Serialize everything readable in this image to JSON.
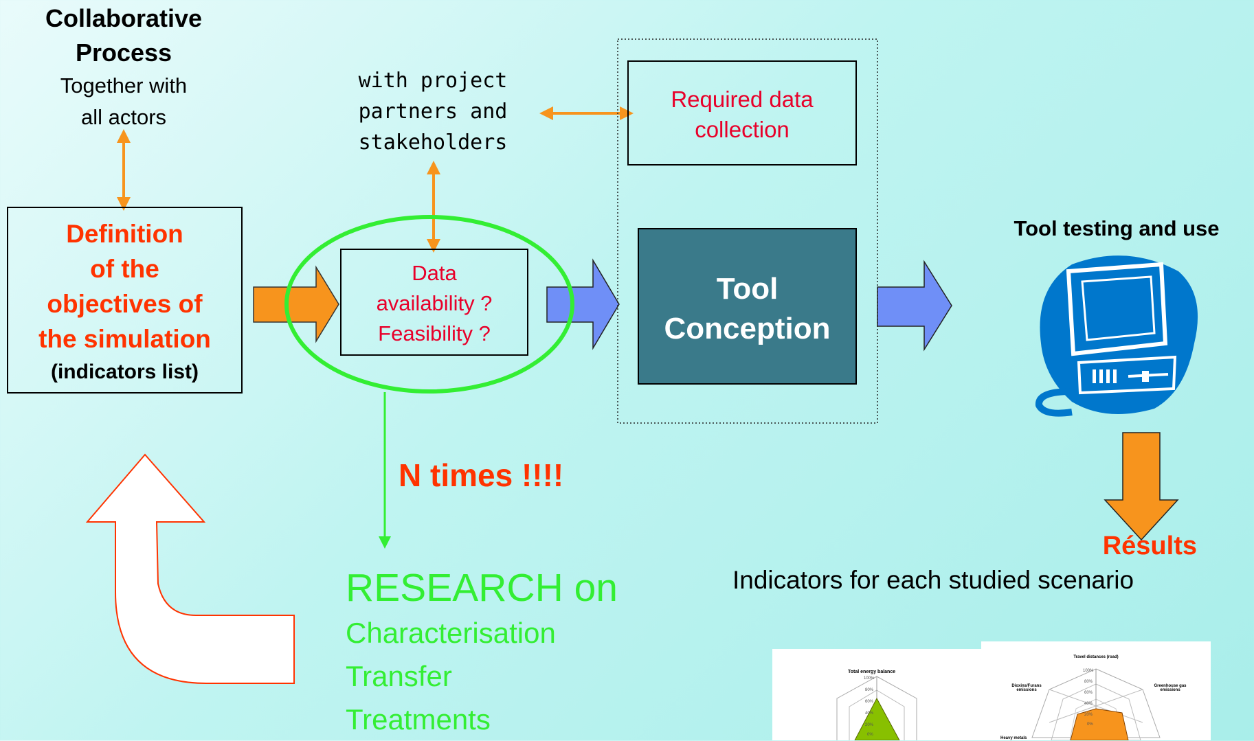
{
  "colors": {
    "orange": "#f7941d",
    "red_orange": "#ff3300",
    "red_text": "#e8002a",
    "blue_arrow": "#6f8ff7",
    "green": "#33ee33",
    "green_text": "#33ee33",
    "teal_box": "#3a7a8a",
    "monitor_blue": "#0077cc"
  },
  "collab": {
    "title_line1": "Collaborative",
    "title_line2": "Process",
    "sub_line1": "Together with",
    "sub_line2": "all actors"
  },
  "definition": {
    "line1": "Definition",
    "line2": "of the",
    "line3": "objectives of",
    "line4": "the simulation",
    "line5": "(indicators list)"
  },
  "partners": {
    "line1": "with project",
    "line2": "partners and",
    "line3": "stakeholders"
  },
  "availability": {
    "line1": "Data",
    "line2": "availability ?",
    "line3": "Feasibility ?"
  },
  "required": {
    "line1": "Required data",
    "line2": "collection"
  },
  "tool": {
    "line1": "Tool",
    "line2": "Conception"
  },
  "testing": {
    "label": "Tool testing and use"
  },
  "results": {
    "title": "Résults",
    "subtitle": "Indicators for each studied scenario"
  },
  "ntimes": {
    "label": "N times !!!!"
  },
  "research": {
    "title": "RESEARCH on",
    "items": [
      "Characterisation",
      "Transfer",
      "Treatments"
    ]
  },
  "radar1": {
    "axis_title": "Total energy balance",
    "ticks": [
      "100%",
      "80%",
      "60%",
      "40%",
      "20%",
      "0%"
    ]
  },
  "radar2": {
    "top": "Travel distances (road)",
    "left": "Dioxins/Furans emissions",
    "right": "Greenhouse gas emissions",
    "bottom_left": "Heavy metals",
    "ticks": [
      "100%",
      "80%",
      "60%",
      "40%",
      "20%",
      "0%"
    ]
  }
}
